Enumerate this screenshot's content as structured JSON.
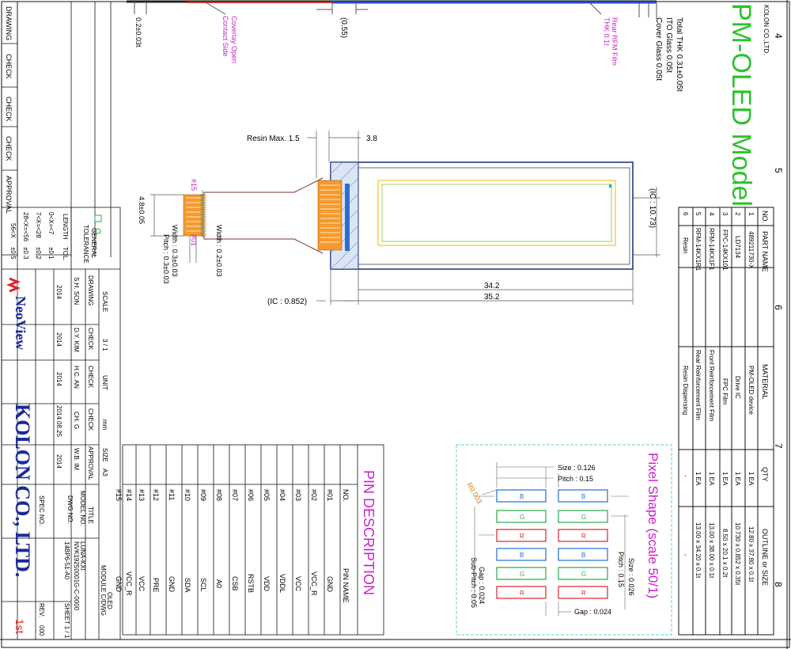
{
  "zone_numbers": [
    "4",
    "5",
    "6",
    "7",
    "8"
  ],
  "company_small": "KOLON CO.,LTD.",
  "model_title": "PM-OLED Model",
  "layer_stack": {
    "total": "Total THK 0.31±0.05t",
    "ito": "ITO Glass 0.05t",
    "cover": "Cover Glass 0.05t",
    "rear_film": [
      "Rear RFM Film",
      "THK 0.1t"
    ],
    "coverlay": [
      "Coverlay Open",
      "Contact Side"
    ],
    "gap": "(0.55)",
    "thk_small": "0.2±0.03t"
  },
  "dims": {
    "resin": "Resin Max. 1.5",
    "d38": "3.8",
    "ic_height": "(IC : 10.73)",
    "w342": "34.2",
    "w352": "35.2",
    "ic_width": "(IC : 0.852)",
    "fpc_height": "4.8±0.05",
    "pin_first": "#01",
    "pin_last": "#15",
    "width1": "Width : 0.3±0.03",
    "pitch": "Pitch : 0.3±0.03",
    "width2": "Width : 0.2±0.03"
  },
  "parts": {
    "headers": [
      "NO.",
      "PART NAME",
      "MATERIAL",
      "QTY",
      "OUTLINE or SIZE"
    ],
    "rows": [
      [
        "1",
        "489211730-X",
        "PM-OLED device",
        "1 EA",
        "12.80 x 37.80 x 0.1t"
      ],
      [
        "2",
        "LD7134",
        "Drive IC",
        "1 EA",
        "10.730 x 0.852 x 0.35t"
      ],
      [
        "3",
        "FPC-14KX101",
        "FPC Film",
        "1 EA",
        "8.50 x 20.1 x 0.2t"
      ],
      [
        "4",
        "RFM-14KX1F1",
        "Front Reinforcement Film",
        "1 EA",
        "13.00 x 38.00 x 0.1t"
      ],
      [
        "5",
        "RFM-14KX1R1",
        "Rear Reinforcement Film",
        "1 EA",
        "13.00 x 34.20 x 0.1t"
      ],
      [
        "6",
        "Resin",
        "Resin Dispensing",
        "-",
        "-"
      ]
    ]
  },
  "pixel": {
    "title": "Pixel Shape (scale 50/1)",
    "size_top": "Size : 0.126",
    "pitch_top": "Pitch : 0.15",
    "radius": "R0.003",
    "size_side": "Size : 0.026",
    "pitch_side": "Pitch : 0.15",
    "gap_side": "Gap : 0.024",
    "subpitch": "Sub-Pitch : 0.05",
    "gap_bottom": "Gap : 0.024",
    "colors": [
      "B",
      "G",
      "R",
      "B",
      "G",
      "R"
    ],
    "color_hex": {
      "B": "#1f6fd1",
      "G": "#2aa84a",
      "R": "#d9262b"
    }
  },
  "pins": {
    "title": "PIN DESCRIPTION",
    "headers": [
      "NO.",
      "PIN NAME"
    ],
    "rows": [
      [
        "#01",
        "GND"
      ],
      [
        "#02",
        "VCC_R"
      ],
      [
        "#03",
        "VCC"
      ],
      [
        "#04",
        "VDDL"
      ],
      [
        "#05",
        "VDD"
      ],
      [
        "#06",
        "RSTB"
      ],
      [
        "#07",
        "CSB"
      ],
      [
        "#08",
        "A0"
      ],
      [
        "#09",
        "SCL"
      ],
      [
        "#10",
        "SDA"
      ],
      [
        "#11",
        "GND"
      ],
      [
        "#12",
        "PRE"
      ],
      [
        "#13",
        "VCC"
      ],
      [
        "#14",
        "VCC_R"
      ],
      [
        "#15",
        "GND"
      ]
    ]
  },
  "left_labels": [
    "DRAWING",
    "CHECK",
    "CHECK",
    "CHECK",
    "APPROVAL"
  ],
  "tolerance": {
    "title": [
      "GENERAL",
      "TOLERANCE"
    ],
    "headers": [
      "LENGTH",
      "TOL."
    ],
    "rows": [
      [
        "0<X=<7",
        "±0.1"
      ],
      [
        "7<X=<28",
        "±0.2"
      ],
      [
        "28<X=<56",
        "±0.3"
      ],
      [
        "56<X",
        "±0.5"
      ]
    ]
  },
  "title_block": {
    "scale": "SCALE",
    "scale_val": "3 / 1",
    "unit": "UNIT",
    "unit_val": "mm",
    "size": "SIZE",
    "size_val": "A3",
    "roles": [
      "DRAWING",
      "CHECK",
      "CHECK",
      "CHECK",
      "APPROVAL"
    ],
    "names": [
      "S.H. SON",
      "D.Y. KIM",
      "H.C. AN",
      "CH. G",
      "W.B. IM"
    ],
    "dates": [
      "2014",
      "2014",
      "2014",
      "2014.08.25",
      "2014"
    ],
    "title_label": "TITLE",
    "title_val": [
      "OLED",
      "MODULE C/DWG"
    ],
    "model_label": "MODEL NO.",
    "model_val": "LUNA-KXI",
    "dwg_label": "DWG NO.",
    "dwg_val": "NVK19250001G-C-0000",
    "spec_label": "SPEC NO.",
    "spec_val": "14BP6-51-A0",
    "sheet": "SHEET 1 / 1",
    "rev": "REV.",
    "rev_val": "000"
  },
  "brand": {
    "neoview": "NeoView",
    "company": "KOLON  CO.,  LTD.",
    "edition": "1st"
  }
}
